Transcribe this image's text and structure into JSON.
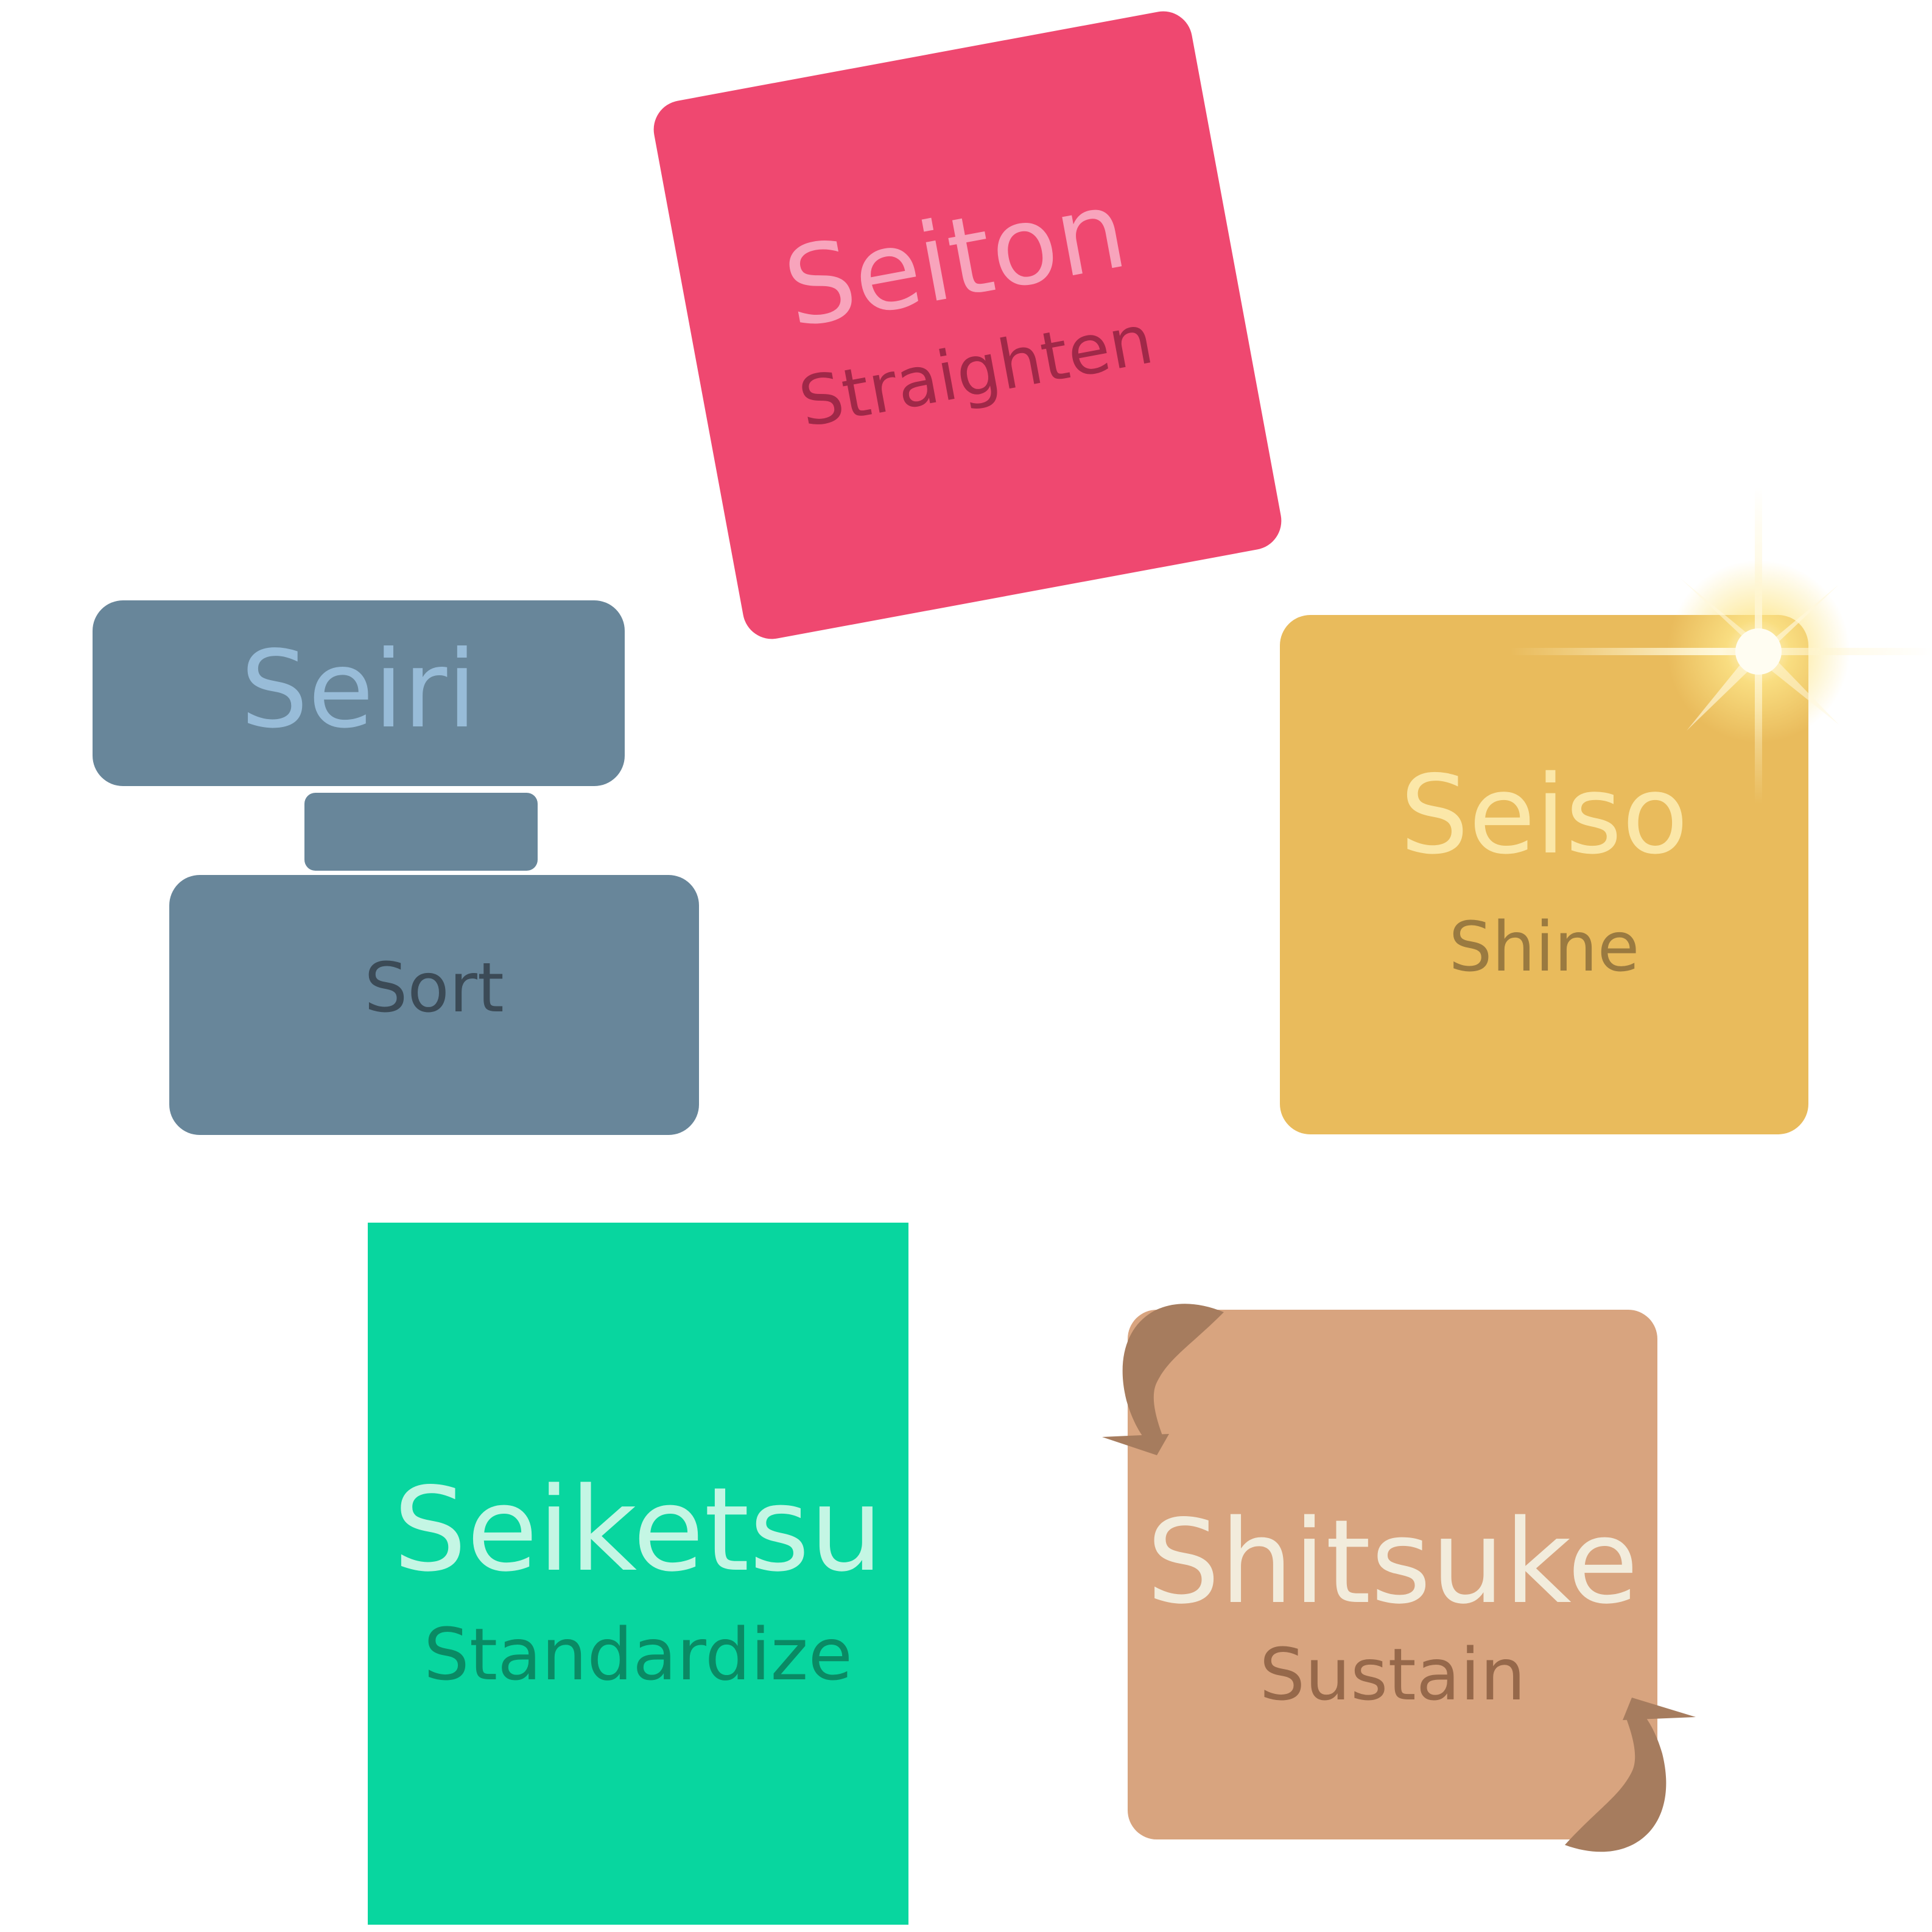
{
  "diagram": {
    "items": [
      {
        "key": "seiri",
        "title": "Seiri",
        "subtitle": "Sort",
        "color": "#68869a"
      },
      {
        "key": "seiton",
        "title": "Seiton",
        "subtitle": "Straighten",
        "color": "#ef4870"
      },
      {
        "key": "seiso",
        "title": "Seiso",
        "subtitle": "Shine",
        "color": "#e9bb5c"
      },
      {
        "key": "seiketsu",
        "title": "Seiketsu",
        "subtitle": "Standardize",
        "color": "#08d69f"
      },
      {
        "key": "shitsuke",
        "title": "Shitsuke",
        "subtitle": "Sustain",
        "color": "#d8a47f"
      }
    ],
    "icons": {
      "seiso": "sparkle-icon",
      "shitsuke": "cycle-arrows-icon"
    }
  }
}
